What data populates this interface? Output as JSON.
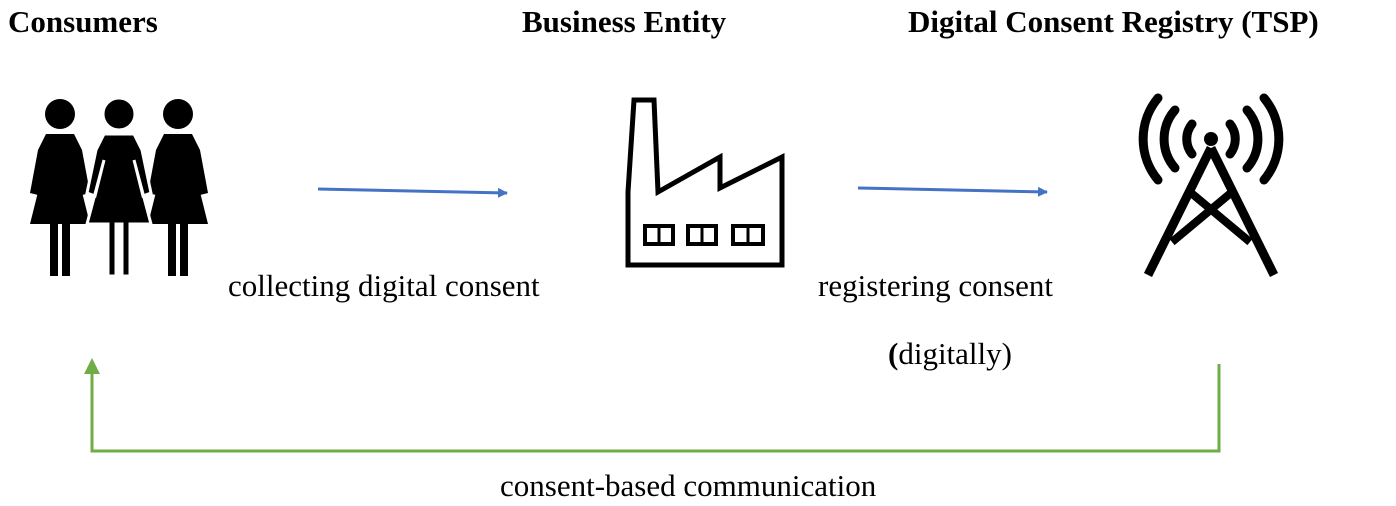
{
  "nodes": {
    "consumers": {
      "title": "Consumers",
      "icon": "people-icon"
    },
    "business": {
      "title": "Business Entity",
      "icon": "factory-icon"
    },
    "registry": {
      "title": "Digital Consent Registry (TSP)",
      "icon": "cell-tower-icon"
    }
  },
  "edges": {
    "collect": {
      "label": "collecting digital consent",
      "color": "#4472C4"
    },
    "register": {
      "label_line1": "registering consent",
      "label_line2_paren": "(",
      "label_line2_rest": "digitally)",
      "color": "#4472C4"
    },
    "communication": {
      "label": "consent-based communication",
      "color": "#70AD47"
    }
  }
}
